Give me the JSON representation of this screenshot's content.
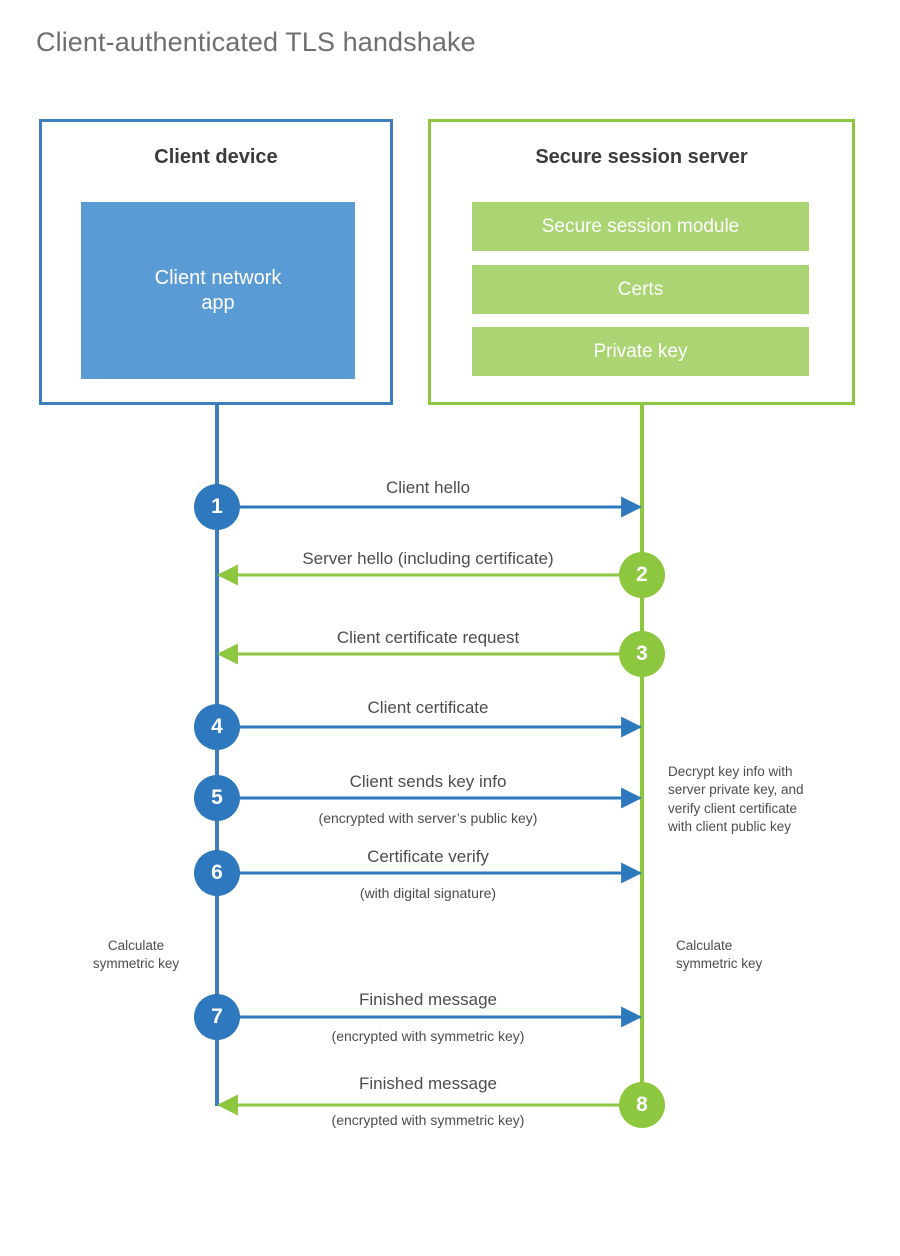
{
  "title": "Client-authenticated TLS handshake",
  "colors": {
    "client_blue_border": "#3d7ebb",
    "client_blue_fill": "#5b9bd5",
    "client_circle": "#2e78be",
    "server_green_border": "#8dc63f",
    "server_green_fill": "#abd473",
    "server_circle": "#8dc63f",
    "text": "#4c4c4c",
    "title_text": "#6f6f6f",
    "background": "#ffffff"
  },
  "actors": {
    "client": {
      "title": "Client device",
      "app_label": "Client network\napp"
    },
    "server": {
      "title": "Secure session server",
      "blocks": [
        {
          "label": "Secure session module"
        },
        {
          "label": "Certs"
        },
        {
          "label": "Private key"
        }
      ]
    }
  },
  "steps": [
    {
      "number": "1",
      "label": "Client hello",
      "sub": "",
      "direction": "client-to-server",
      "color": "blue",
      "badge_side": "left"
    },
    {
      "number": "2",
      "label": "Server hello (including certificate)",
      "sub": "",
      "direction": "server-to-client",
      "color": "green",
      "badge_side": "right"
    },
    {
      "number": "3",
      "label": "Client certificate request",
      "sub": "",
      "direction": "server-to-client",
      "color": "green",
      "badge_side": "right"
    },
    {
      "number": "4",
      "label": "Client certificate",
      "sub": "",
      "direction": "client-to-server",
      "color": "blue",
      "badge_side": "left"
    },
    {
      "number": "5",
      "label": "Client sends key info",
      "sub": "(encrypted with server’s public key)",
      "direction": "client-to-server",
      "color": "blue",
      "badge_side": "left"
    },
    {
      "number": "6",
      "label": "Certificate verify",
      "sub": "(with digital signature)",
      "direction": "client-to-server",
      "color": "blue",
      "badge_side": "left"
    },
    {
      "number": "7",
      "label": "Finished message",
      "sub": "(encrypted with symmetric key)",
      "direction": "client-to-server",
      "color": "blue",
      "badge_side": "left"
    },
    {
      "number": "8",
      "label": "Finished message",
      "sub": "(encrypted with symmetric key)",
      "direction": "server-to-client",
      "color": "green",
      "badge_side": "right"
    }
  ],
  "notes": {
    "server_decrypt": "Decrypt key info with\nserver private key, and\nverify client certificate\nwith client public key",
    "client_calc": "Calculate\nsymmetric key",
    "server_calc": "Calculate\nsymmetric key"
  }
}
